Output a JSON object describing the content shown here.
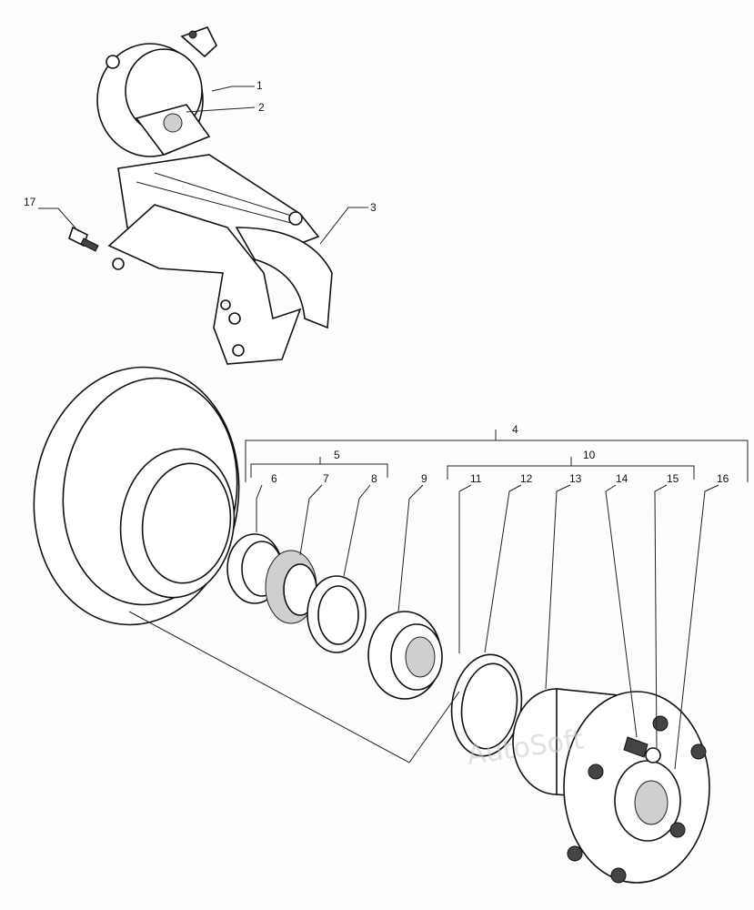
{
  "diagram": {
    "callouts": [
      "1",
      "2",
      "3",
      "4",
      "5",
      "6",
      "7",
      "8",
      "9",
      "10",
      "11",
      "12",
      "13",
      "14",
      "15",
      "16",
      "17"
    ],
    "watermark": "AutoSoft"
  }
}
